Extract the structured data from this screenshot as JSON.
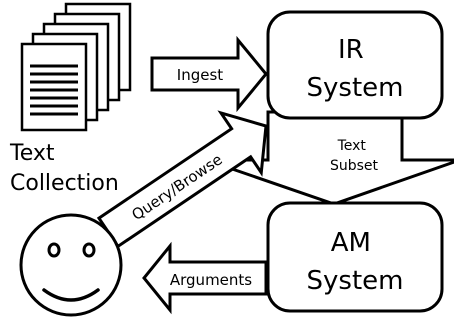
{
  "diagram": {
    "nodes": {
      "ir_system": [
        "IR",
        "System"
      ],
      "am_system": [
        "AM",
        "System"
      ],
      "text_collection": [
        "Text",
        "Collection"
      ]
    },
    "arrows": {
      "ingest": "Ingest",
      "text_subset": [
        "Text",
        "Subset"
      ],
      "query_browse": "Query/Browse",
      "arguments": "Arguments"
    }
  }
}
